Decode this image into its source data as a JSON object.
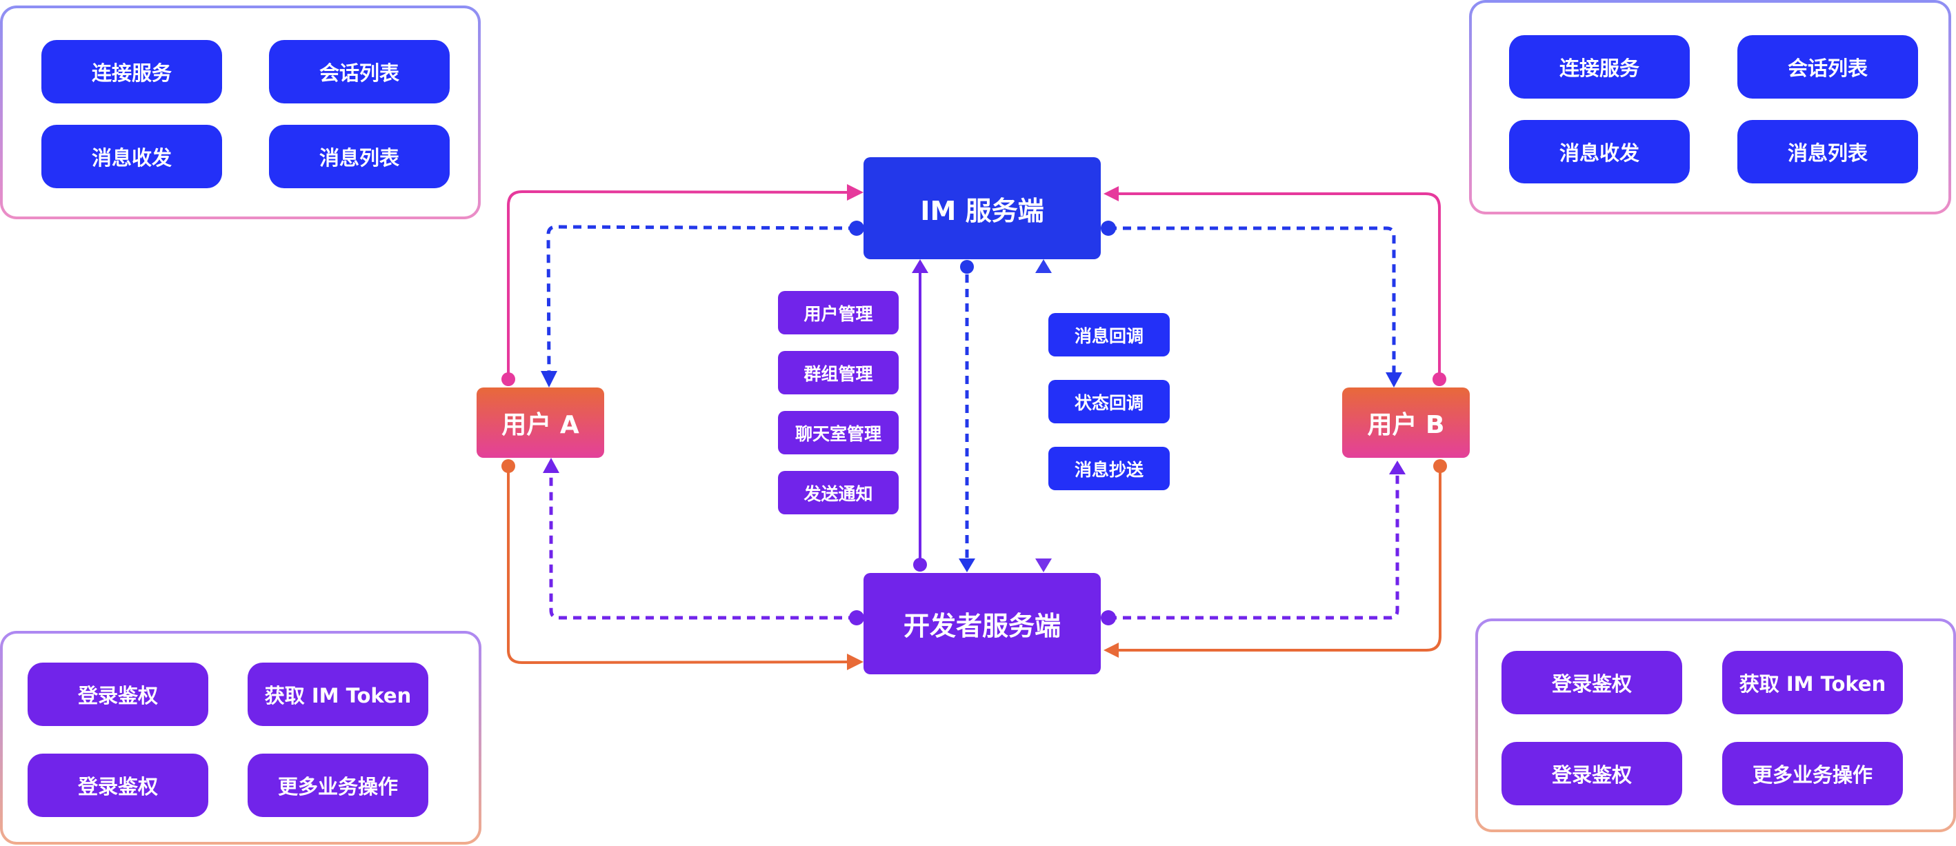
{
  "colors": {
    "blue": "#2330f8",
    "im_server": "#2338ea",
    "purple": "#7124ea",
    "pink": "#e6399c",
    "orange": "#e86a37"
  },
  "nodes": {
    "im_server": "IM 服务端",
    "dev_server": "开发者服务端",
    "user_a": "用户 A",
    "user_b": "用户 B"
  },
  "im_panels": {
    "left": [
      "连接服务",
      "会话列表",
      "消息收发",
      "消息列表"
    ],
    "right": [
      "连接服务",
      "会话列表",
      "消息收发",
      "消息列表"
    ]
  },
  "dev_panels": {
    "left": [
      "登录鉴权",
      "获取 IM Token",
      "登录鉴权",
      "更多业务操作"
    ],
    "right": [
      "登录鉴权",
      "获取 IM Token",
      "登录鉴权",
      "更多业务操作"
    ]
  },
  "server_api_tags": [
    "用户管理",
    "群组管理",
    "聊天室管理",
    "发送通知"
  ],
  "callback_tags": [
    "消息回调",
    "状态回调",
    "消息抄送"
  ],
  "connections": [
    {
      "from": "用户 A",
      "to": "IM 服务端",
      "style": "solid",
      "color": "pink"
    },
    {
      "from": "IM 服务端",
      "to": "用户 A",
      "style": "dashed",
      "color": "blue"
    },
    {
      "from": "用户 A",
      "to": "开发者服务端",
      "style": "solid",
      "color": "orange"
    },
    {
      "from": "开发者服务端",
      "to": "用户 A",
      "style": "dashed",
      "color": "purple"
    },
    {
      "from": "用户 B",
      "to": "IM 服务端",
      "style": "solid",
      "color": "pink"
    },
    {
      "from": "IM 服务端",
      "to": "用户 B",
      "style": "dashed",
      "color": "blue"
    },
    {
      "from": "用户 B",
      "to": "开发者服务端",
      "style": "solid",
      "color": "orange"
    },
    {
      "from": "开发者服务端",
      "to": "用户 B",
      "style": "dashed",
      "color": "purple"
    },
    {
      "from": "开发者服务端",
      "to": "IM 服务端",
      "style": "solid",
      "color": "purple"
    },
    {
      "from": "IM 服务端",
      "to": "开发者服务端",
      "style": "dashed",
      "color": "blue"
    },
    {
      "from": "IM 服务端",
      "to": "开发者服务端",
      "style": "solid",
      "color": "blue-purple"
    }
  ]
}
